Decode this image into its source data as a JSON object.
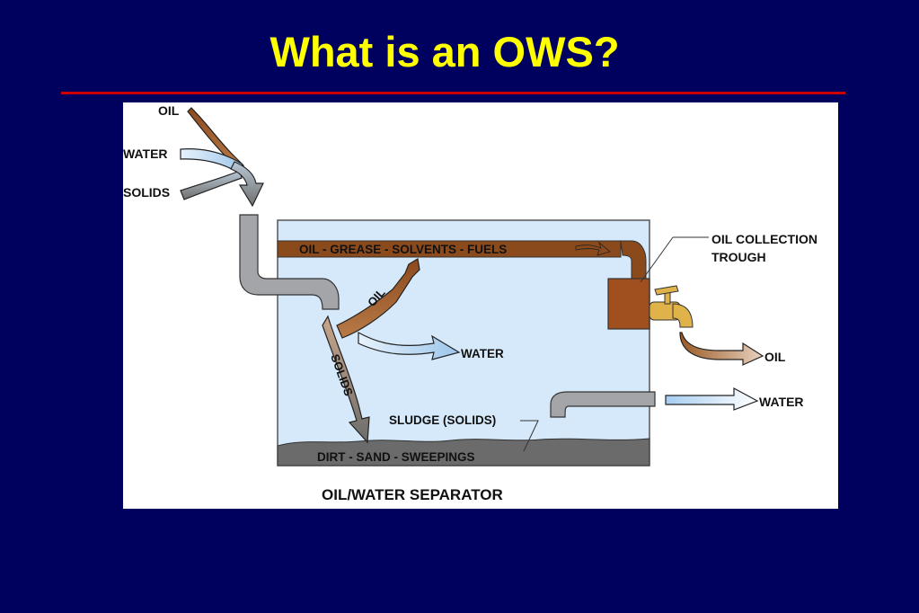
{
  "slide": {
    "title": "What is an OWS?"
  },
  "colors": {
    "background": "#00005e",
    "title": "#ffff00",
    "rule": "#cc0000",
    "oil": "#8b4a1c",
    "water": "#d6e9fa",
    "pipe": "#a3a5a8",
    "sludge": "#6b6b6b",
    "faucet": "#e0b24a"
  },
  "diagram": {
    "inputs": {
      "oil": "OIL",
      "water": "WATER",
      "solids": "SOLIDS"
    },
    "oil_layer": "OIL - GREASE - SOLVENTS - FUELS",
    "flows": {
      "oil": "OIL",
      "water": "WATER",
      "solids": "SOLIDS"
    },
    "trough_label_line1": "OIL COLLECTION",
    "trough_label_line2": "TROUGH",
    "outputs": {
      "oil": "OIL",
      "water": "WATER"
    },
    "sludge_label": "SLUDGE (SOLIDS)",
    "bottom_layer": "DIRT - SAND - SWEEPINGS",
    "caption": "OIL/WATER SEPARATOR"
  }
}
